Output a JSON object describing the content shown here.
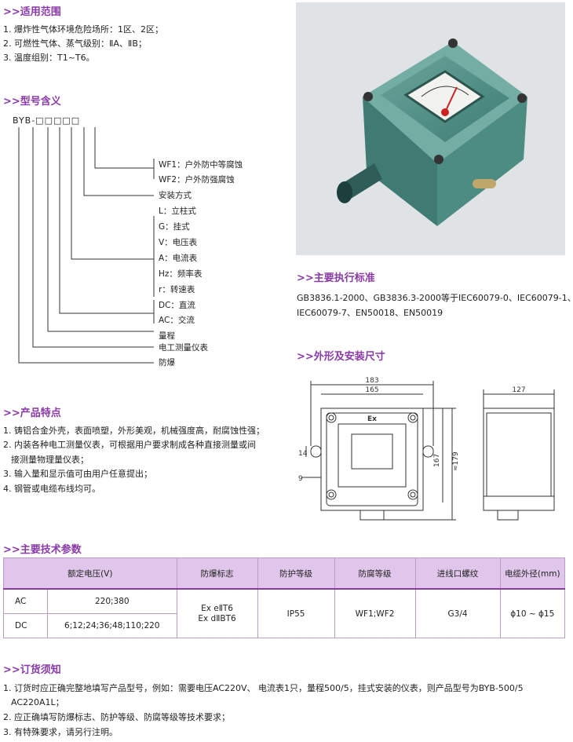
{
  "sections": {
    "scope": {
      "title": ">>适用范围",
      "lines": [
        "1. 爆炸性气体环境危险场所：1区、2区；",
        "2. 可燃性气体、蒸气级别：ⅡA、ⅡB；",
        "3. 温度组别：T1~T6。"
      ]
    },
    "model": {
      "title": ">>型号含义",
      "code": "BYB-□□□□□",
      "items": [
        "WF1：户外防中等腐蚀",
        "WF2：户外防强腐蚀",
        "安装方式",
        "L：立柱式",
        "G：挂式",
        "V：电压表",
        "A：电流表",
        "Hz：频率表",
        "r：转速表",
        "DC：直流",
        "AC：交流",
        "量程",
        "电工测量仪表",
        "防爆"
      ]
    },
    "standards": {
      "title": ">>主要执行标准",
      "lines": [
        "GB3836.1-2000、GB3836.3-2000等于IEC60079-0、IEC60079-1、",
        "IEC60079-7、EN50018、EN50019"
      ]
    },
    "dimensions": {
      "title": ">>外形及安装尺寸",
      "labels": {
        "d183": "183",
        "d165": "165",
        "d127": "127",
        "d14": "14",
        "d9": "9",
        "d167": "167",
        "d179": "≈179",
        "ex": "Ex"
      }
    },
    "features": {
      "title": ">>产品特点",
      "lines": [
        "1. 铸铝合金外壳，表面喷塑，外形美观，机械强度高，耐腐蚀性强；",
        "2. 内装各种电工测量仪表，可根据用户要求制成各种直接测量或间",
        "接测量物理量仪表；",
        "3. 输入量和显示值可由用户任意提出；",
        "4. 钢管或电缆布线均可。"
      ]
    },
    "params": {
      "title": ">>主要技术参数",
      "headers": [
        "额定电压(V)",
        "防爆标志",
        "防护等级",
        "防腐等级",
        "进线口螺纹",
        "电缆外径(mm)"
      ],
      "rows": [
        {
          "type": "AC",
          "voltage": "220;380"
        },
        {
          "type": "DC",
          "voltage": "6;12;24;36;48;110;220"
        }
      ],
      "ex_mark_1": "Ex eⅡT6",
      "ex_mark_2": "Ex dⅡBT6",
      "protection": "IP55",
      "anticorrosion": "WF1;WF2",
      "thread": "G3/4",
      "cable": "ϕ10 ~ ϕ15"
    },
    "order": {
      "title": ">>订货须知",
      "lines": [
        "1. 订货时应正确完整地填写产品型号，例如：需要电压AC220V、  电流表1只，量程500/5，挂式安装的仪表，则产品型号为BYB-500/5",
        "AC220A1L；",
        "2. 应正确填写防爆标志、防护等级、防腐等级等技术要求；",
        "3. 有特殊要求，请另行注明。"
      ]
    }
  },
  "colors": {
    "accent": "#8a3aa8",
    "table_header": "#e0c6ea",
    "enclosure": "#4f8f86"
  }
}
